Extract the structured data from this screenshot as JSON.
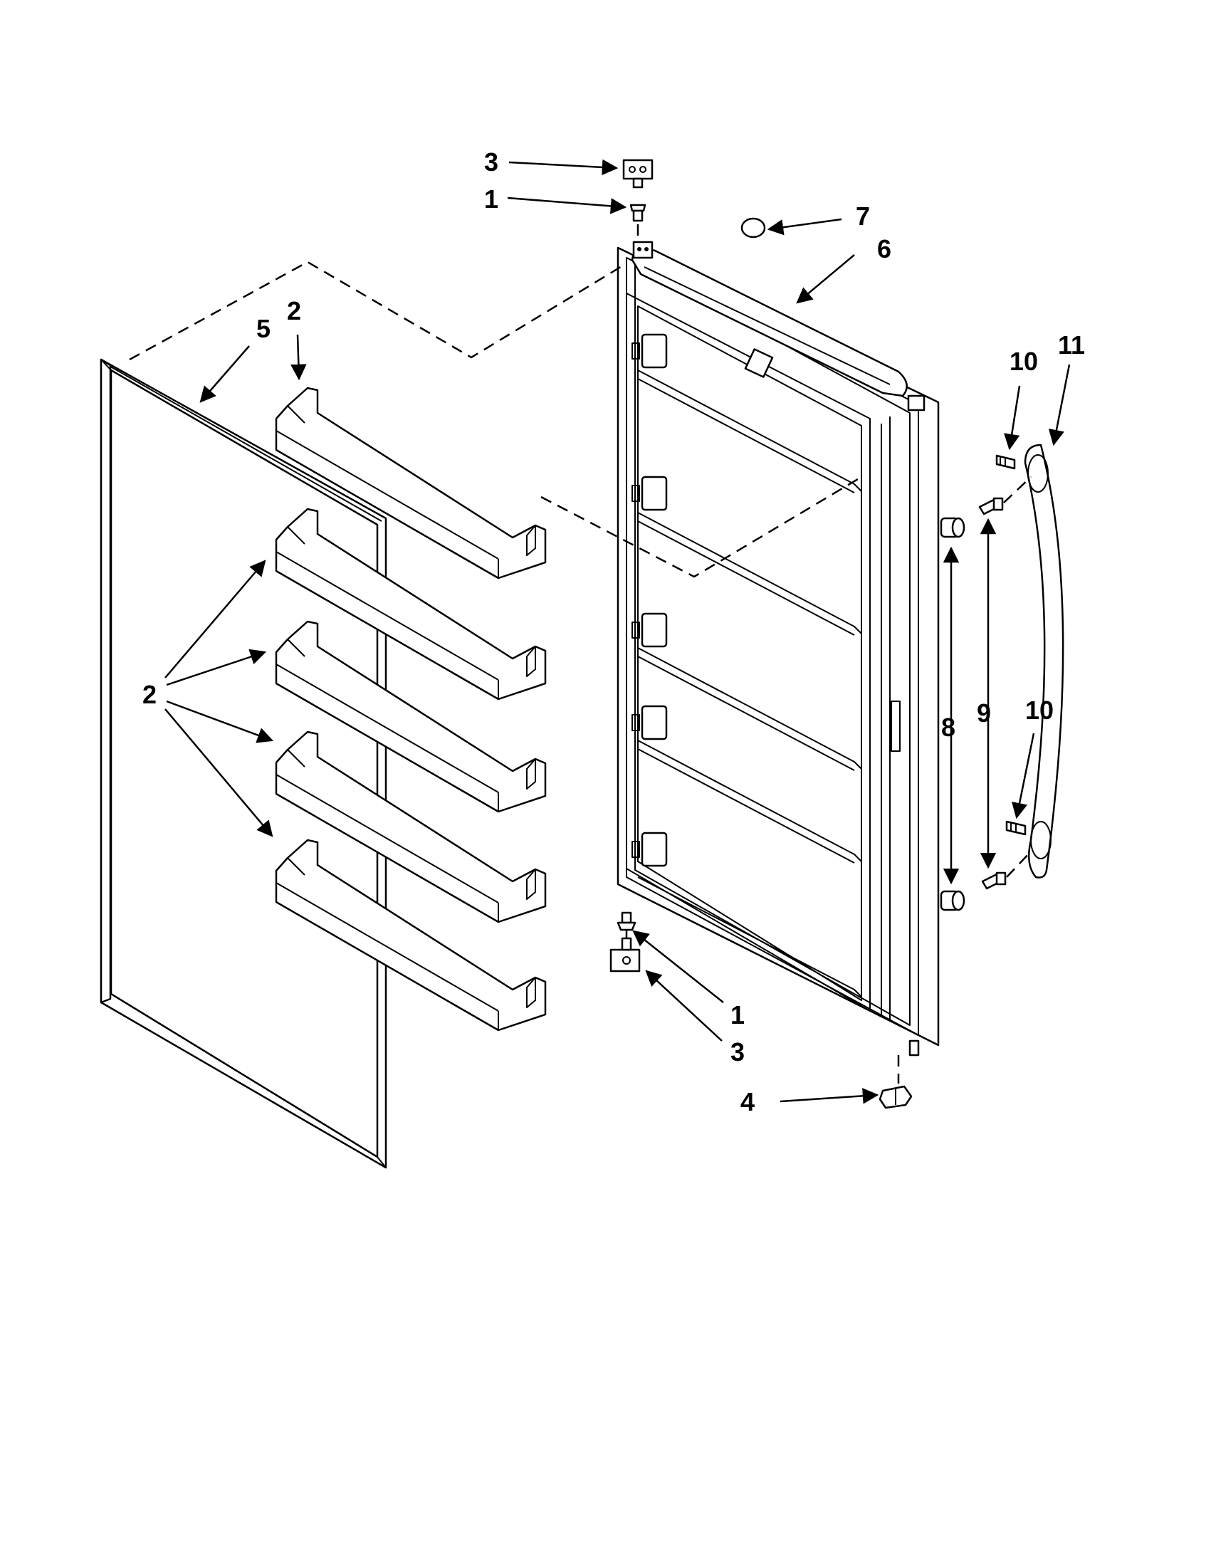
{
  "callouts": [
    {
      "id": "c3-top",
      "label": "3"
    },
    {
      "id": "c1-top",
      "label": "1"
    },
    {
      "id": "c7",
      "label": "7"
    },
    {
      "id": "c6",
      "label": "6"
    },
    {
      "id": "c5",
      "label": "5"
    },
    {
      "id": "c2-top",
      "label": "2"
    },
    {
      "id": "c2-group",
      "label": "2"
    },
    {
      "id": "c10-top",
      "label": "10"
    },
    {
      "id": "c11",
      "label": "11"
    },
    {
      "id": "c8",
      "label": "8"
    },
    {
      "id": "c9",
      "label": "9"
    },
    {
      "id": "c10-bottom",
      "label": "10"
    },
    {
      "id": "c1-bottom",
      "label": "1"
    },
    {
      "id": "c3-bottom",
      "label": "3"
    },
    {
      "id": "c4",
      "label": "4"
    }
  ]
}
